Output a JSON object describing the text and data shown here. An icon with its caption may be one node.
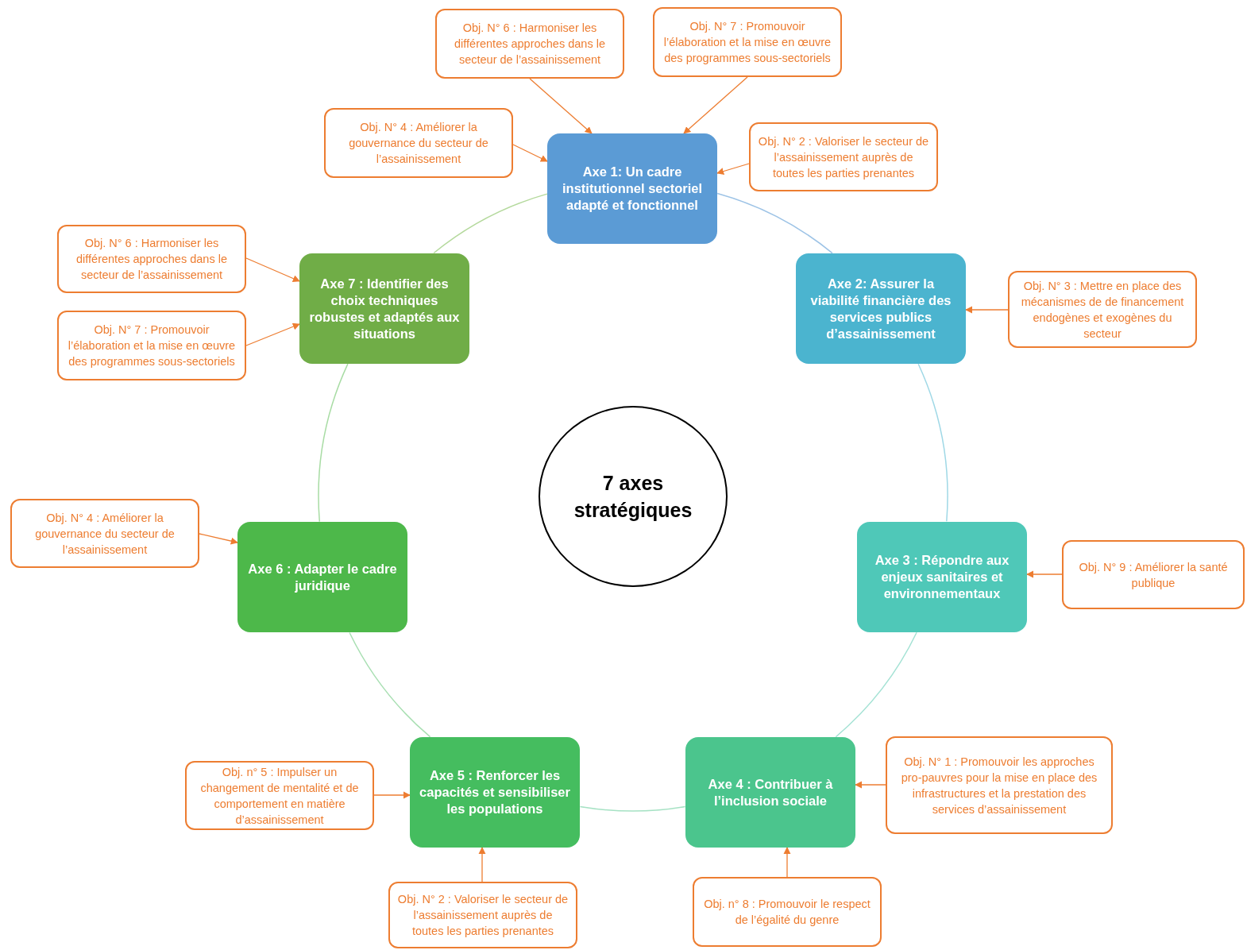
{
  "diagram": {
    "nodes": [
      {
        "text": [
          "Obj. N° 6 : Harmoniser les différentes approches dans le secteur de l’assainissement"
        ]
      },
      {
        "text": [
          "Obj. N° 7 : Promouvoir l’élaboration et la mise en œuvre des programmes sous-sectoriels"
        ]
      },
      {
        "text": [
          "Obj. N° 4 : Améliorer la gouvernance du secteur de l’assainissement"
        ]
      },
      {
        "text": [
          "Obj. N° 2 : Valoriser le secteur de l’assainissement auprès de toutes les parties prenantes"
        ]
      },
      {
        "text": [
          "Axe 1: Un cadre institutionnel sectoriel adapté et fonctionnel"
        ]
      },
      {
        "text": [
          "Obj. N° 6 : Harmoniser les différentes approches dans le secteur de l’assainissement"
        ]
      },
      {
        "text": [
          "Axe 7 : Identifier des choix techniques robustes et adaptés aux situations"
        ]
      },
      {
        "text": [
          "Axe 2: Assurer la viabilité financière des services publics d’assainissement"
        ]
      },
      {
        "text": [
          "Obj. N° 3 : Mettre en place des mécanismes de de financement endogènes et exogènes du secteur"
        ]
      },
      {
        "text": [
          "Obj. N° 7 : Promouvoir l’élaboration et la mise en œuvre des programmes sous-sectoriels"
        ]
      },
      {
        "text": [
          "7 axes stratégiques"
        ]
      },
      {
        "text": [
          "Obj. N° 4 : Améliorer la gouvernance du secteur de l’assainissement"
        ]
      },
      {
        "text": [
          "Axe 6 : Adapter le cadre juridique"
        ]
      },
      {
        "text": [
          "Axe 3 : Répondre aux enjeux sanitaires et environnementaux"
        ]
      },
      {
        "text": [
          "Obj. N° 9 : Améliorer la santé publique"
        ]
      },
      {
        "text": [
          "Obj. N° 1 : Promouvoir les approches pro-pauvres pour la mise en place des infrastructures et la prestation des services d’assainissement"
        ]
      },
      {
        "text": [
          "Obj. n° 5 : Impulser un changement de mentalité et de comportement en matière d’assainissement"
        ]
      },
      {
        "text": [
          "Axe 5 : Renforcer les capacités et sensibiliser les populations"
        ]
      },
      {
        "text": [
          "Axe 4 : Contribuer à l’inclusion sociale"
        ]
      },
      {
        "text": [
          "Obj. N° 2 : Valoriser le secteur de l’assainissement auprès de toutes les parties prenantes"
        ]
      },
      {
        "text": [
          "Obj. n° 8 : Promouvoir le respect de l’égalité du genre"
        ]
      }
    ],
    "edges": [
      {
        "from": 0,
        "to": 4,
        "arrow": "to"
      },
      {
        "from": 1,
        "to": 4,
        "arrow": "to"
      },
      {
        "from": 2,
        "to": 4,
        "arrow": "to"
      },
      {
        "from": 3,
        "to": 4,
        "arrow": "to"
      },
      {
        "from": 5,
        "to": 6,
        "arrow": "to"
      },
      {
        "from": 9,
        "to": 6,
        "arrow": "to"
      },
      {
        "from": 8,
        "to": 7,
        "arrow": "to"
      },
      {
        "from": 11,
        "to": 12,
        "arrow": "to"
      },
      {
        "from": 14,
        "to": 13,
        "arrow": "to"
      },
      {
        "from": 15,
        "to": 18,
        "arrow": "to"
      },
      {
        "from": 16,
        "to": 17,
        "arrow": "to"
      },
      {
        "from": 19,
        "to": 17,
        "arrow": "to"
      },
      {
        "from": 20,
        "to": 18,
        "arrow": "to"
      },
      {
        "from": 4,
        "to": 7,
        "arrow": "none",
        "color": "#9dc3e6"
      },
      {
        "from": 7,
        "to": 13,
        "arrow": "none",
        "color": "#9fd8e6"
      },
      {
        "from": 13,
        "to": 18,
        "arrow": "none",
        "color": "#a3e2d4"
      },
      {
        "from": 18,
        "to": 17,
        "arrow": "none",
        "color": "#a6e2c4"
      },
      {
        "from": 17,
        "to": 12,
        "arrow": "none",
        "color": "#a8dfb2"
      },
      {
        "from": 12,
        "to": 6,
        "arrow": "none",
        "color": "#a8dca4"
      },
      {
        "from": 6,
        "to": 4,
        "arrow": "none",
        "color": "#b4d99c"
      }
    ]
  }
}
